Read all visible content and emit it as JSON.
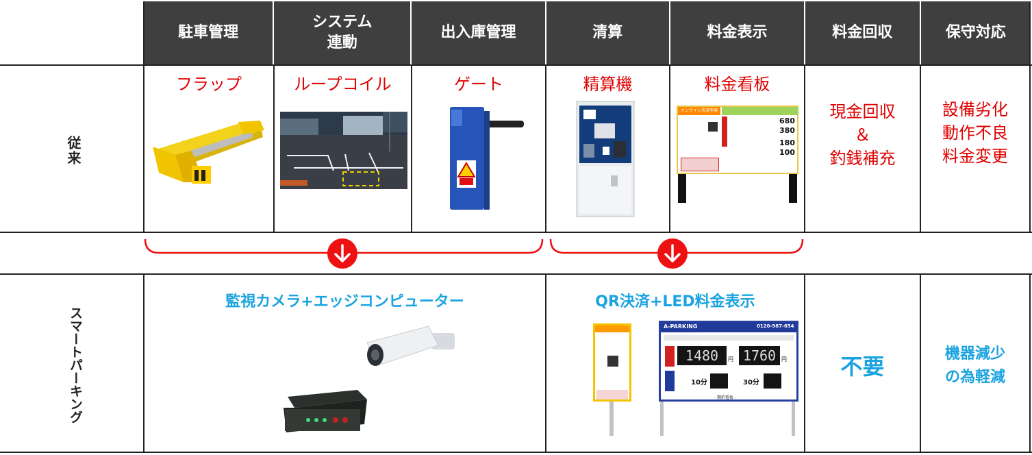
{
  "header": {
    "columns": [
      "駐車管理",
      "システム\n連動",
      "出入庫管理",
      "清算",
      "料金表示",
      "料金回収",
      "保守対応"
    ]
  },
  "rows": {
    "conventional_label": "従来",
    "smart_label": "スマートパーキング"
  },
  "conventional": {
    "parking": "フラップ",
    "system": "ループコイル",
    "gate": "ゲート",
    "settlement": "精算機",
    "display": "料金看板",
    "collection": "現金回収\n＆\n釣銭補充",
    "maintenance": "設備劣化\n動作不良\n料金変更"
  },
  "smart": {
    "camera_edge": "監視カメラ+エッジコンピューター",
    "qr_led": "QR決済+LED料金表示",
    "collection": "不要",
    "maintenance": "機器減少\nの為軽減"
  },
  "signboard": {
    "title": "オンライン決済手順",
    "company": "A-PARKING",
    "phone": "0120-987-654",
    "price_680": "680",
    "price_380": "380",
    "price_180": "180",
    "price_100": "100",
    "led_left": "1480",
    "led_right": "1760",
    "led_unit": "円",
    "min10": "10分",
    "min30": "30分",
    "caption": "- 開約看板 -"
  },
  "colors": {
    "header_bg": "#3f3f3f",
    "red": "#e00000",
    "blue": "#1aa3e0",
    "arrow_circle": "#ee1111"
  }
}
